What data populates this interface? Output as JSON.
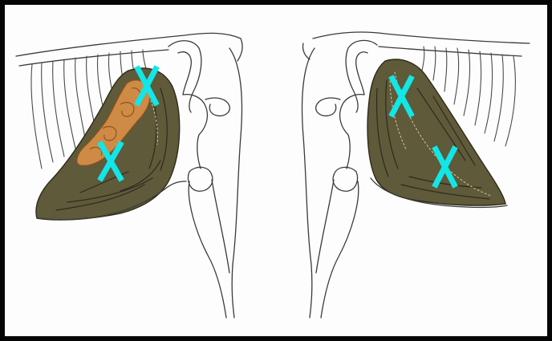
{
  "colors": {
    "frame_border": "#050505",
    "background": "#fdfdfd",
    "marker": "#12e6e6",
    "rumen": "#5e5a3a",
    "rumen_dark": "#3f3b24",
    "intestine": "#cf8a45",
    "intestine_dark": "#8a5522",
    "line": "#3a3a3a"
  },
  "markers": {
    "left_panel_upper": "X",
    "left_panel_lower": "X",
    "right_panel_upper": "X",
    "right_panel_lower": "X"
  },
  "icons": {
    "marker": "cross-marker-icon"
  }
}
